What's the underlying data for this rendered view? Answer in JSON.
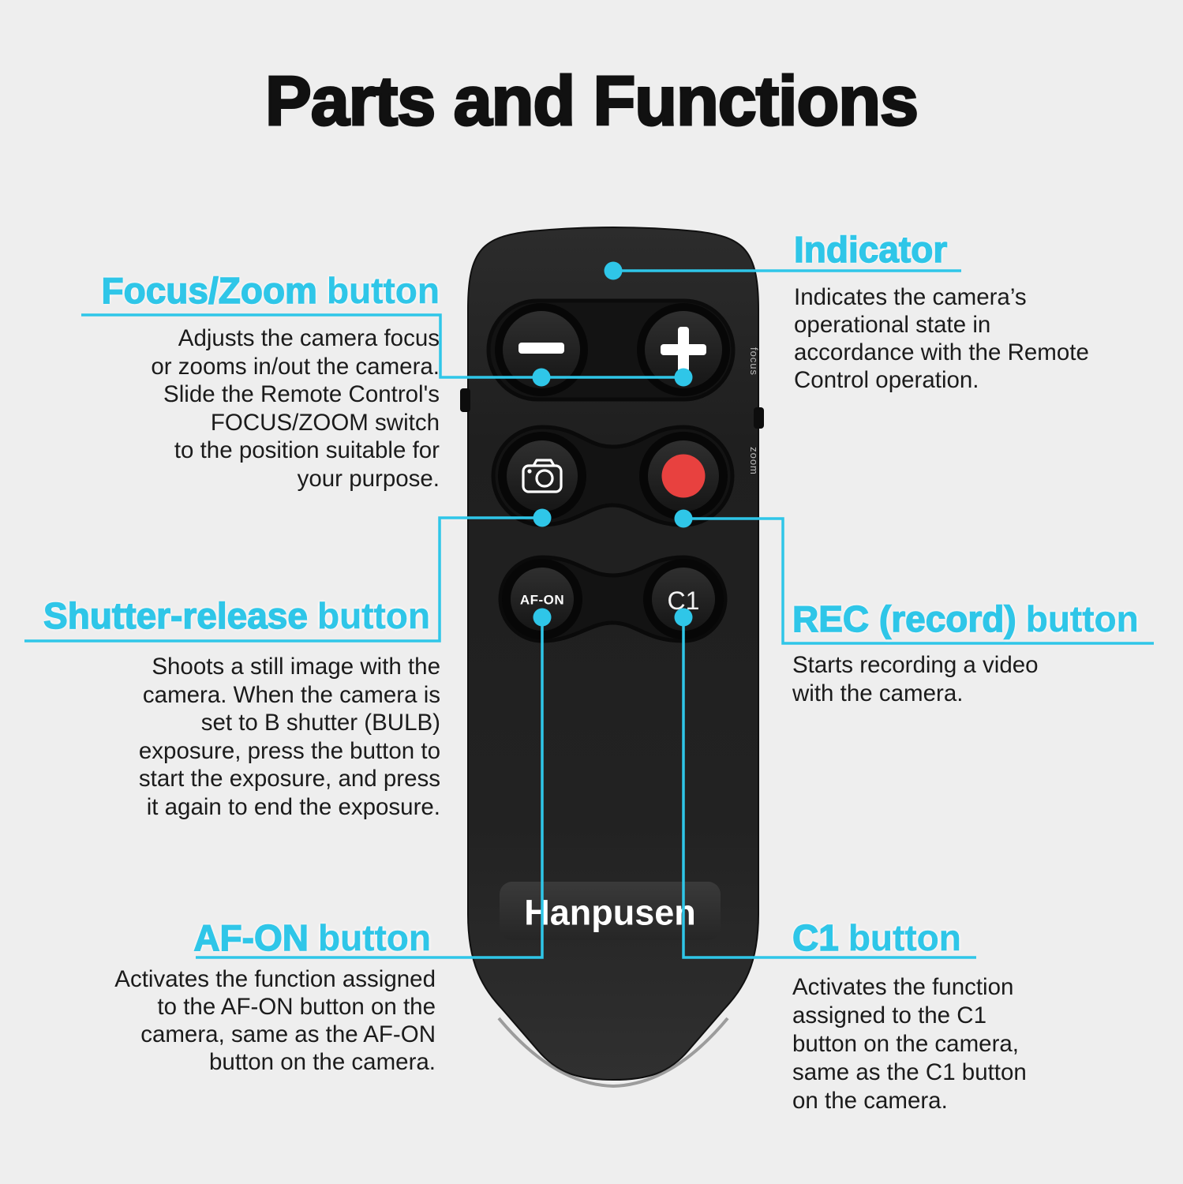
{
  "title": "Parts and Functions",
  "colors": {
    "accent": "#2fc6e8",
    "background": "#eeeeee",
    "record_red": "#e8413f"
  },
  "remote": {
    "brand": "Hanpusen",
    "af_on_button": "AF-ON",
    "c1_button": "C1",
    "side_label_focus": "focus",
    "side_label_zoom": "zoom"
  },
  "sections": {
    "focus_zoom": {
      "heading": "Focus/Zoom",
      "suffix": "button",
      "desc": "Adjusts the camera focus\nor zooms in/out the camera.\nSlide the Remote Control's\nFOCUS/ZOOM switch\nto the position suitable for\nyour purpose."
    },
    "indicator": {
      "heading": "Indicator",
      "suffix": "",
      "desc": "Indicates the camera’s\noperational state in\naccordance with the Remote\nControl operation."
    },
    "shutter": {
      "heading": "Shutter-release",
      "suffix": "button",
      "desc": "Shoots a still image with the\ncamera. When the camera is\nset to B shutter (BULB)\nexposure, press the button to\nstart the exposure, and press\nit again to end the exposure."
    },
    "rec": {
      "heading": "REC (record)",
      "suffix": "button",
      "desc": "Starts recording a video\nwith the camera."
    },
    "af_on": {
      "heading": "AF-ON",
      "suffix": "button",
      "desc": "Activates the function assigned\nto the AF-ON button on the\ncamera, same as the AF-ON\nbutton on the camera."
    },
    "c1": {
      "heading": "C1",
      "suffix": "button",
      "desc": "Activates the function\nassigned to the C1\nbutton on the camera,\nsame as the C1 button\non the camera."
    }
  }
}
